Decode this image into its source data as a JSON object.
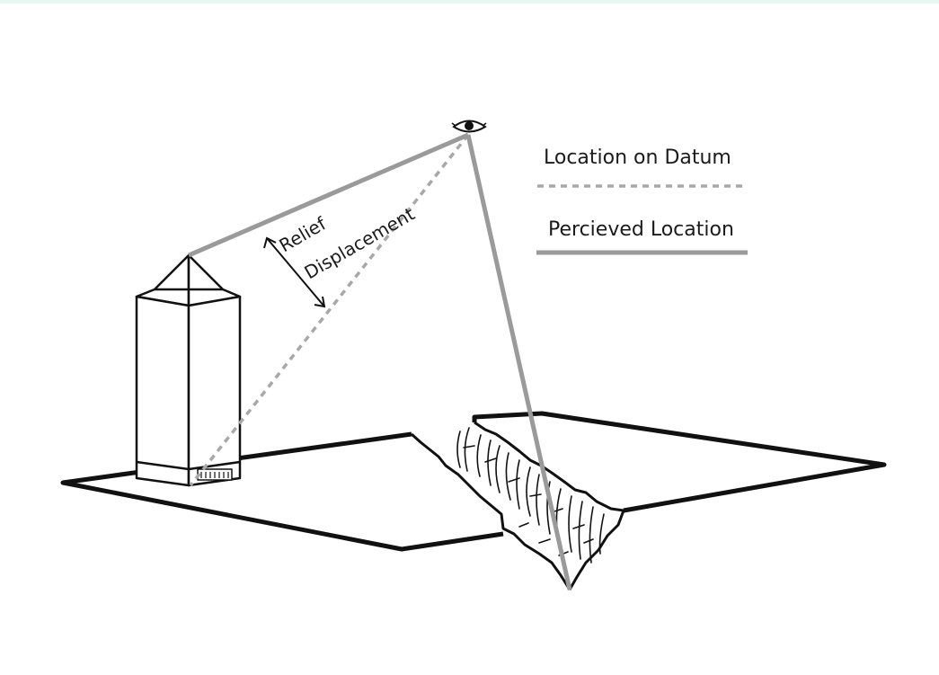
{
  "legend": {
    "datum_label": "Location on Datum",
    "perceived_label": "Percieved Location"
  },
  "annotation": {
    "line1": "Relief",
    "line2": "Displacement"
  },
  "colors": {
    "ink": "#111111",
    "perceived_line": "#9a9a9a",
    "datum_line": "#a8a8a8",
    "background": "#ffffff"
  },
  "icons": [
    "eye-icon"
  ]
}
